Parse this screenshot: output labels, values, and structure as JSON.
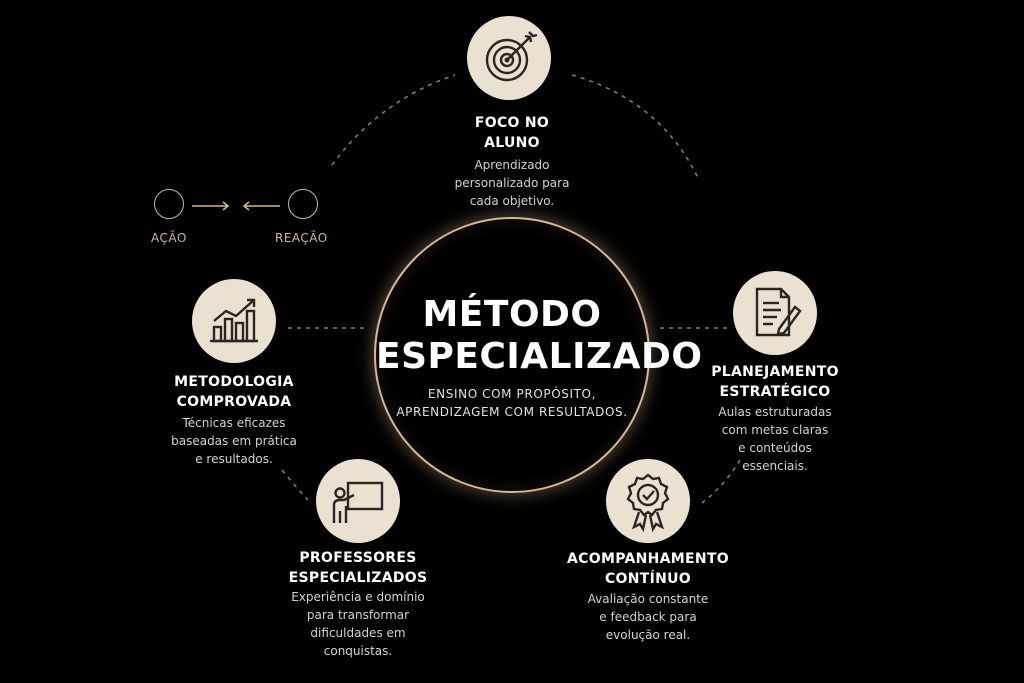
{
  "center": {
    "title_line1": "MÉTODO",
    "title_line2": "ESPECIALIZADO",
    "subtitle_line1": "ENSINO COM PROPÓSITO,",
    "subtitle_line2": "APRENDIZAGEM COM RESULTADOS."
  },
  "nodes": {
    "foco": {
      "icon": "target-icon",
      "title_line1": "FOCO NO",
      "title_line2": "ALUNO",
      "desc_line1": "Aprendizado",
      "desc_line2": "personalizado para",
      "desc_line3": "cada objetivo."
    },
    "planejamento": {
      "icon": "document-pen-icon",
      "title_line1": "PLANEJAMENTO",
      "title_line2": "ESTRATÉGICO",
      "desc_line1": "Aulas estruturadas",
      "desc_line2": "com metas claras",
      "desc_line3": "e conteúdos",
      "desc_line4": "essenciais."
    },
    "acompanhamento": {
      "icon": "award-badge-icon",
      "title_line1": "ACOMPANHAMENTO",
      "title_line2": "CONTÍNUO",
      "desc_line1": "Avaliação constante",
      "desc_line2": "e feedback para",
      "desc_line3": "evolução real."
    },
    "professores": {
      "icon": "teacher-board-icon",
      "title_line1": "PROFESSORES",
      "title_line2": "ESPECIALIZADOS",
      "desc_line1": "Experiência e domínio",
      "desc_line2": "para transformar",
      "desc_line3": "dificuldades em",
      "desc_line4": "conquistas."
    },
    "metodologia": {
      "icon": "growth-chart-icon",
      "title_line1": "METODOLOGIA",
      "title_line2": "COMPROVADA",
      "desc_line1": "Técnicas eficazes",
      "desc_line2": "baseadas em prática",
      "desc_line3": "e resultados."
    }
  },
  "action_reaction": {
    "left_label": "AÇÃO",
    "right_label": "REAÇÃO"
  },
  "colors": {
    "background": "#000000",
    "accent": "#d7b98d",
    "badge": "#ebe1d1",
    "icon": "#2a2622"
  }
}
